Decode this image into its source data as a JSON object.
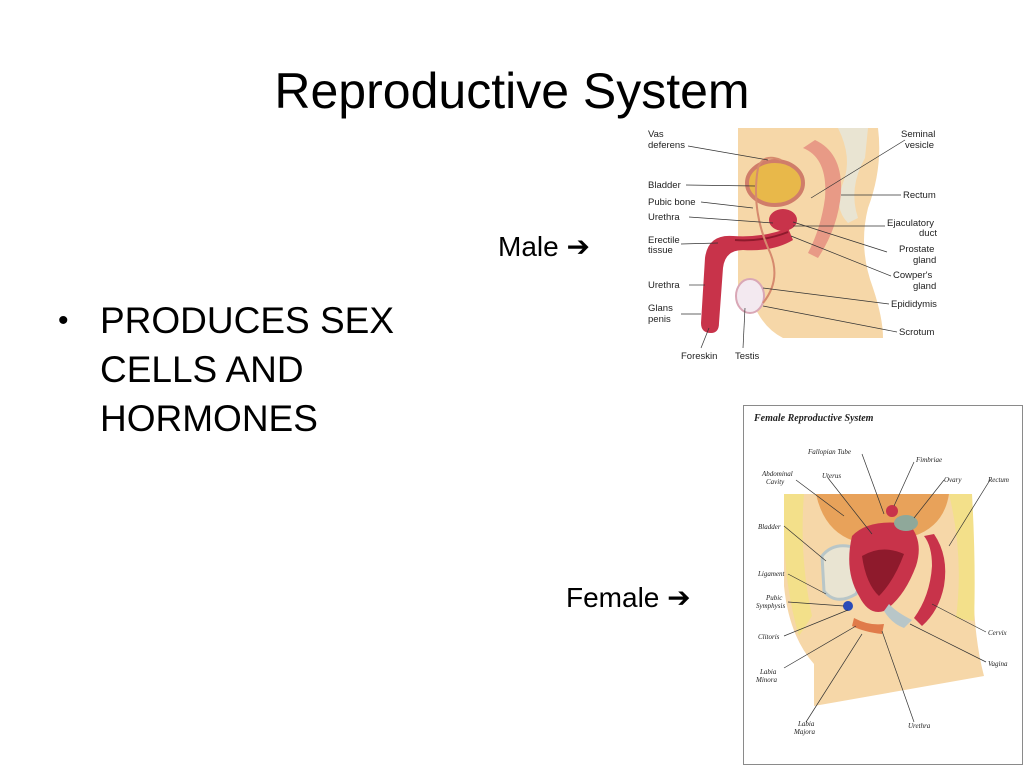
{
  "slide": {
    "title": "Reproductive System",
    "bullets": [
      "PRODUCES SEX CELLS AND HORMONES"
    ]
  },
  "male": {
    "label": "Male",
    "arrow_icon": "right-arrow-icon",
    "diagram_labels": {
      "vas_deferens": [
        "Vas",
        "deferens"
      ],
      "bladder": "Bladder",
      "pubic_bone": "Pubic bone",
      "urethra_top": "Urethra",
      "erectile_tissue": [
        "Erectile",
        "tissue"
      ],
      "urethra_bottom": "Urethra",
      "glans_penis": [
        "Glans",
        "penis"
      ],
      "foreskin": "Foreskin",
      "testis": "Testis",
      "seminal_vesicle": [
        "Seminal",
        "vesicle"
      ],
      "rectum": "Rectum",
      "ejaculatory_duct": [
        "Ejaculatory",
        "duct"
      ],
      "prostate_gland": [
        "Prostate",
        "gland"
      ],
      "cowpers_gland": [
        "Cowper's",
        "gland"
      ],
      "epididymis": "Epididymis",
      "scrotum": "Scrotum"
    }
  },
  "female": {
    "label": "Female",
    "arrow_icon": "right-arrow-icon",
    "diagram_title": "Female Reproductive System",
    "diagram_labels": {
      "fallopian_tube": "Fallopian Tube",
      "fimbriae": "Fimbriae",
      "abdominal_cavity": [
        "Abdominal",
        "Cavity"
      ],
      "uterus": "Uterus",
      "ovary": "Ovary",
      "rectum": "Rectum",
      "bladder": "Bladder",
      "ligament": "Ligament",
      "pubic_symphysis": [
        "Pubic",
        "Symphysis"
      ],
      "clitoris": "Clitoris",
      "labia_minora": [
        "Labia",
        "Minora"
      ],
      "labia_majora": [
        "Labia",
        "Majora"
      ],
      "urethra": "Urethra",
      "cervix": "Cervix",
      "vagina": "Vagina"
    }
  },
  "colors": {
    "skin": "#f6d7a8",
    "tissue_red": "#c8334a",
    "dark_red": "#8e1a2c",
    "bladder_yellow": "#e8b84a",
    "bone": "#e9e4d2",
    "fat_yellow": "#f3e08a"
  }
}
